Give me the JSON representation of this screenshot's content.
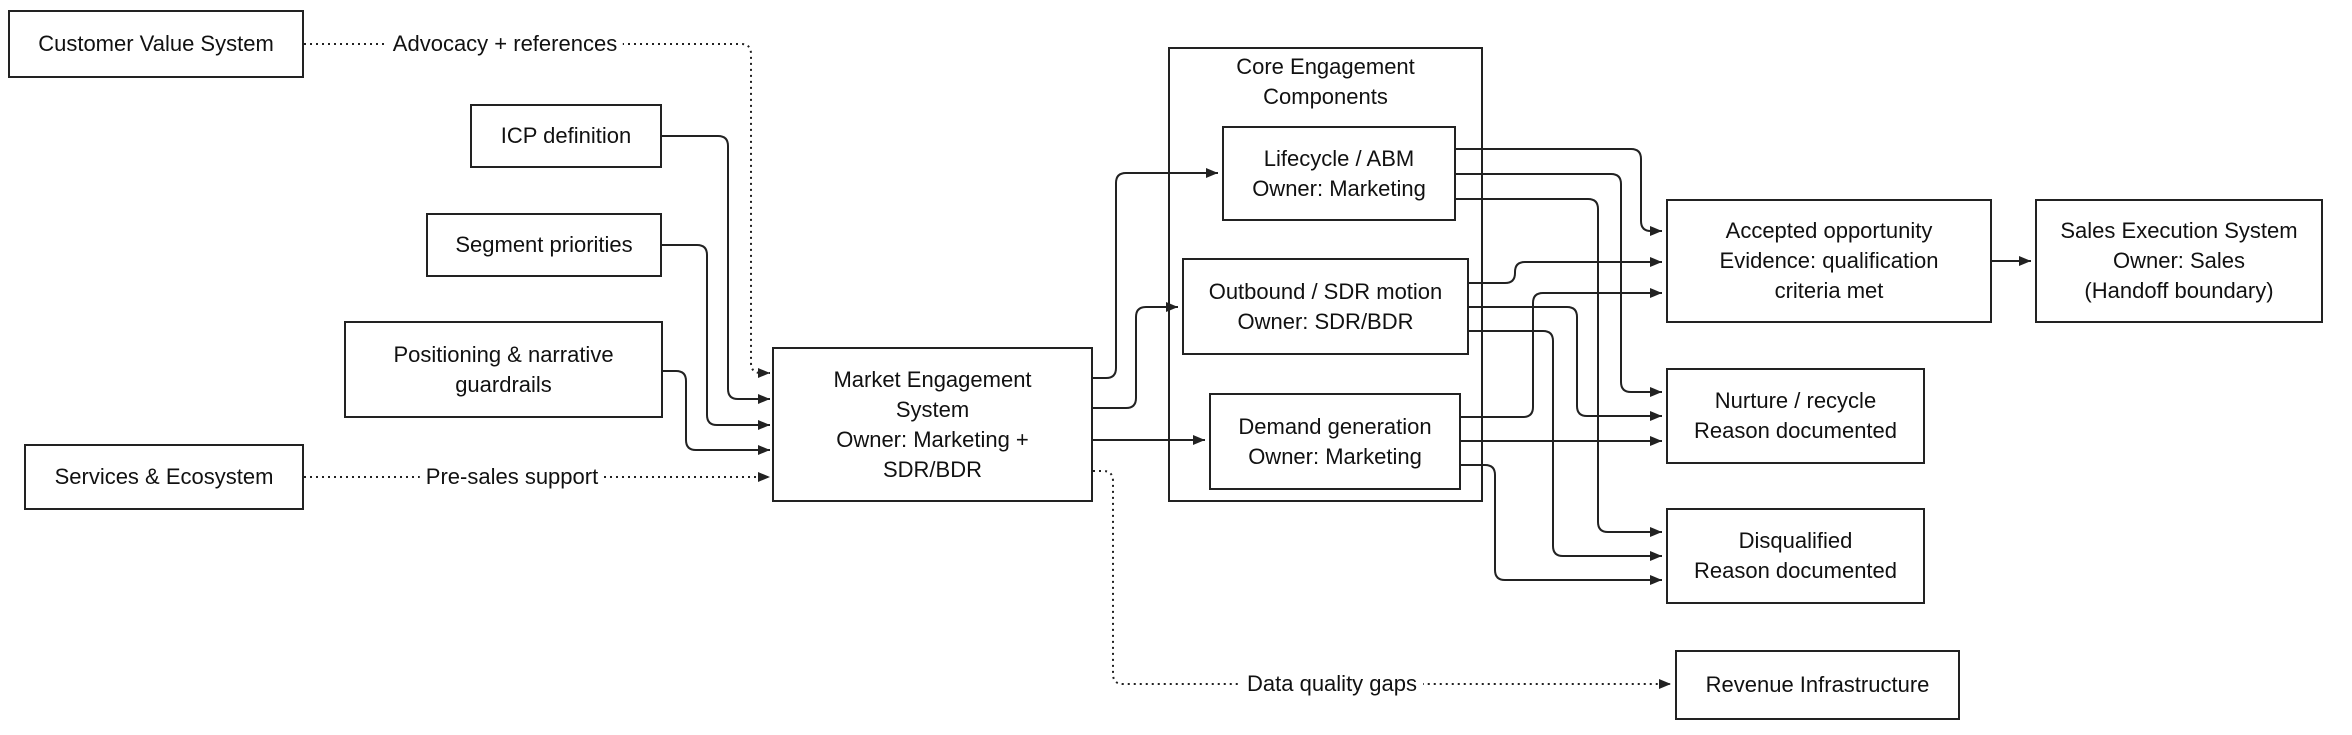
{
  "canvas": {
    "background": "#ffffff",
    "stroke_color": "#222222",
    "text_color": "#111111"
  },
  "nodes": {
    "customer_value_system": {
      "lines": [
        "Customer Value System"
      ]
    },
    "icp_definition": {
      "lines": [
        "ICP definition"
      ]
    },
    "segment_priorities": {
      "lines": [
        "Segment priorities"
      ]
    },
    "positioning_guardrails": {
      "lines": [
        "Positioning & narrative",
        "guardrails"
      ]
    },
    "services_ecosystem": {
      "lines": [
        "Services & Ecosystem"
      ]
    },
    "market_engagement": {
      "lines": [
        "Market Engagement",
        "System",
        "Owner: Marketing +",
        "SDR/BDR"
      ]
    },
    "core_engagement_container": {
      "lines": [
        "Core Engagement",
        "Components"
      ]
    },
    "lifecycle_abm": {
      "lines": [
        "Lifecycle / ABM",
        "Owner: Marketing"
      ]
    },
    "outbound_sdr": {
      "lines": [
        "Outbound / SDR motion",
        "Owner: SDR/BDR"
      ]
    },
    "demand_generation": {
      "lines": [
        "Demand generation",
        "Owner: Marketing"
      ]
    },
    "accepted_opportunity": {
      "lines": [
        "Accepted opportunity",
        "Evidence: qualification",
        "criteria met"
      ]
    },
    "sales_execution_system": {
      "lines": [
        "Sales Execution System",
        "Owner: Sales",
        "(Handoff boundary)"
      ]
    },
    "nurture_recycle": {
      "lines": [
        "Nurture / recycle",
        "Reason documented"
      ]
    },
    "disqualified": {
      "lines": [
        "Disqualified",
        "Reason documented"
      ]
    },
    "revenue_infrastructure": {
      "lines": [
        "Revenue Infrastructure"
      ]
    }
  },
  "edge_labels": {
    "advocacy": "Advocacy + references",
    "presales": "Pre-sales support",
    "data_quality": "Data quality gaps"
  }
}
